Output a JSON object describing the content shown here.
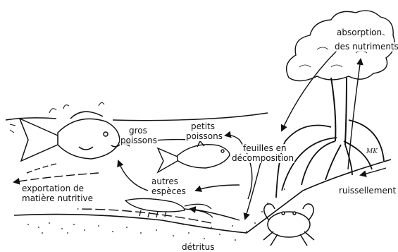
{
  "labels": {
    "absorption": "absorption",
    "des_nutriments": "des nutriments",
    "gros": "gros",
    "poissons_gros": "poissons",
    "petits": "petits",
    "poissons_petits": "poissons",
    "feuilles_en": "feuilles en",
    "decomposition": "décomposition",
    "autres": "autres",
    "especes": "espèces",
    "exportation_de": "exportation de",
    "matiere_nutritive": "matière nutritive",
    "ruissellement": "ruissellement",
    "detritus": "détritus"
  },
  "signature": "MK",
  "colors": {
    "ink": "#111111",
    "paper": "#ffffff"
  }
}
